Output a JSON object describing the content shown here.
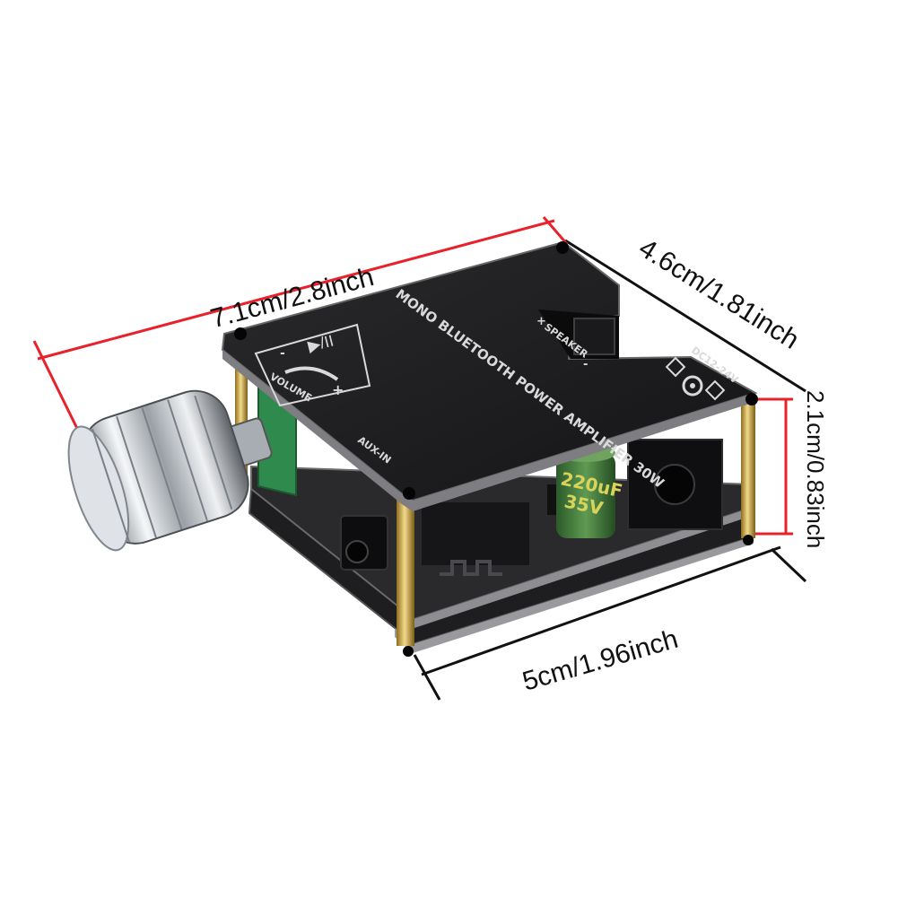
{
  "dimensions": {
    "length": "7.1cm/2.8inch",
    "depth": "4.6cm/1.81inch",
    "height": "2.1cm/0.83inch",
    "width": "5cm/1.96inch"
  },
  "board": {
    "title": "MONO BLUETOOTH POWER AMPLIFIER 30W",
    "volume_label": "VOLUME",
    "volume_minus": "-",
    "volume_plus": "+",
    "aux_label": "AUX-IN",
    "speaker_label": "SPEAKER",
    "speaker_plus": "+",
    "speaker_minus": "-",
    "power_label": "DC12-24V",
    "capacitor_value": "220uF",
    "capacitor_voltage": "35V"
  },
  "colors": {
    "dimension_line": "#e8212b",
    "extension_line": "#111111",
    "top_plate": "#1c1c1e",
    "pcb": "#2a2a2d",
    "standoff": "#c9a73a",
    "knob": "#c8ccd2",
    "capacitor": "#3f7a3a"
  }
}
